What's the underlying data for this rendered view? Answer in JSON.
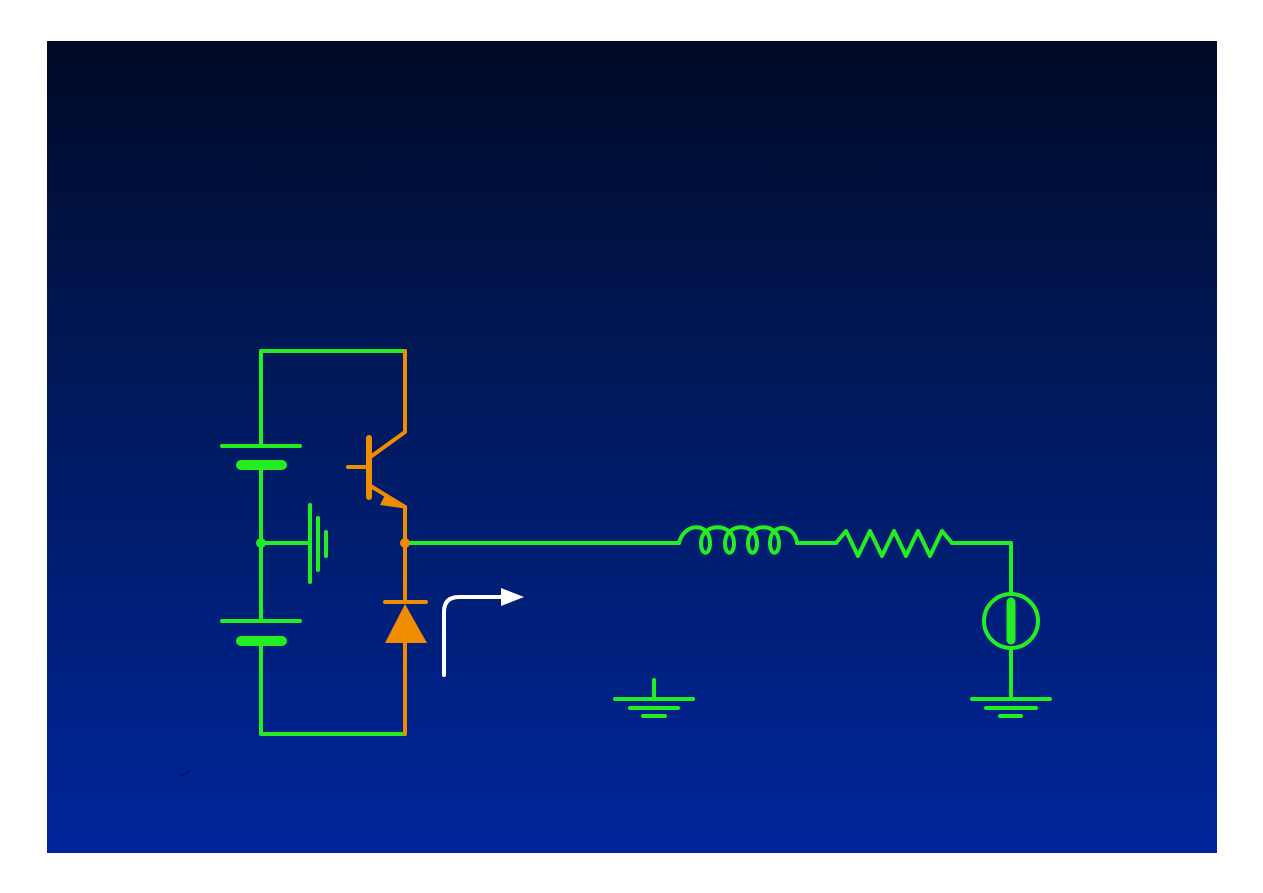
{
  "colors": {
    "background_top": "#000a26",
    "background_bottom": "#00259a",
    "wire_green": "#22ee22",
    "device_orange": "#f08c00",
    "arrow_white": "#ffffff",
    "page_border": "#ffffff"
  },
  "circuit": {
    "components": [
      "dc-source-upper-battery",
      "dc-source-lower-battery",
      "midpoint-ground-battery",
      "npn-transistor-switch",
      "freewheeling-diode",
      "inductor",
      "resistor",
      "current-source",
      "ground-symbol-center",
      "ground-symbol-right"
    ],
    "annotations": [
      "current-direction-arrow"
    ]
  }
}
